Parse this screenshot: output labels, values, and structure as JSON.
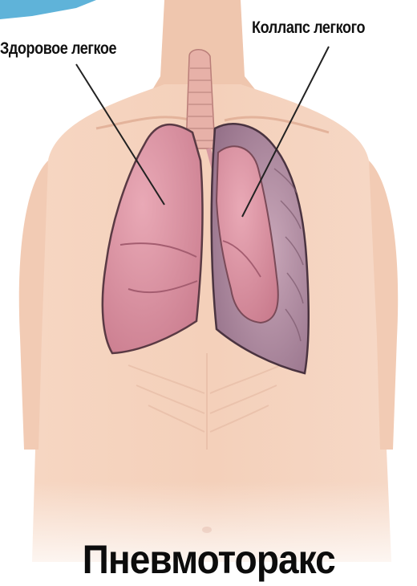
{
  "labels": {
    "healthy_lung": "Здоровое легкое",
    "collapsed_lung": "Коллапс легкого"
  },
  "title": "Пневмоторакс",
  "colors": {
    "skin": "#f1c7ad",
    "lung_pink": "#d98b9b",
    "collapsed_cavity": "#a47b93",
    "text": "#111111"
  }
}
